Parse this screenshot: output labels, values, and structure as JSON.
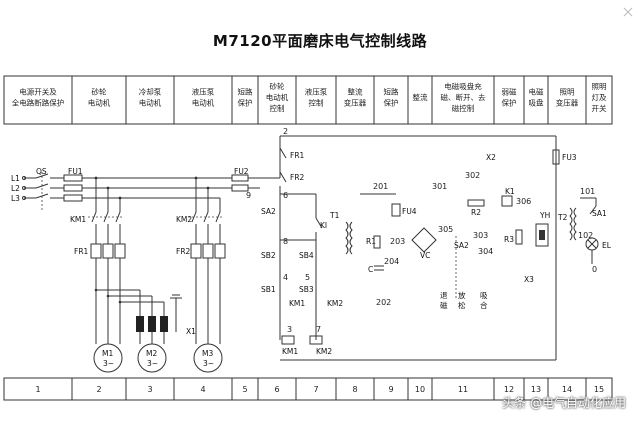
{
  "title": "M7120平面磨床电气控制线路",
  "header": [
    [
      "电源开关及",
      "全电路断路保护"
    ],
    [
      "砂轮",
      "电动机"
    ],
    [
      "冷却泵",
      "电动机"
    ],
    [
      "液压泵",
      "电动机"
    ],
    [
      "短路",
      "保护"
    ],
    [
      "砂轮",
      "电动机",
      "控制"
    ],
    [
      "液压泵",
      "控制"
    ],
    [
      "整流",
      "变压器"
    ],
    [
      "短路",
      "保护"
    ],
    [
      "整流"
    ],
    [
      "电磁吸盘充",
      "磁、断开、去",
      "磁控制"
    ],
    [
      "弱磁",
      "保护"
    ],
    [
      "电磁",
      "吸盘"
    ],
    [
      "照明",
      "变压器"
    ],
    [
      "照明",
      "灯及",
      "开关"
    ]
  ],
  "footer": [
    "1",
    "2",
    "3",
    "4",
    "5",
    "6",
    "7",
    "8",
    "9",
    "10",
    "11",
    "12",
    "13",
    "14",
    "15"
  ],
  "labels": {
    "l1": "L1",
    "l2": "L2",
    "l3": "L3",
    "qs": "QS",
    "fu1": "FU1",
    "fu2": "FU2",
    "fu3": "FU3",
    "fu4": "FU4",
    "km1": "KM1",
    "km2": "KM2",
    "fr1": "FR1",
    "fr2": "FR2",
    "x1": "X1",
    "x2": "X2",
    "x3": "X3",
    "m1": "M1",
    "m2": "M2",
    "m3": "M3",
    "m_sub": "3~",
    "sa1": "SA1",
    "sa2": "SA2",
    "sb1": "SB1",
    "sb2": "SB2",
    "sb3": "SB3",
    "sb4": "SB4",
    "t1": "T1",
    "t2": "T2",
    "r1": "R1",
    "r2": "R2",
    "r3": "R3",
    "c": "C",
    "vc": "VC",
    "ki": "KI",
    "k1": "K1",
    "yh": "YH",
    "el": "EL",
    "n2": "2",
    "n3": "3",
    "n4": "4",
    "n5": "5",
    "n6": "6",
    "n7": "7",
    "n8": "8",
    "n9": "9",
    "n101": "101",
    "n102": "102",
    "n0": "0",
    "n201": "201",
    "n202": "202",
    "n203": "203",
    "n204": "204",
    "n301": "301",
    "n302": "302",
    "n303": "303",
    "n304": "304",
    "n305": "305",
    "n306": "306",
    "mode1": "退",
    "mode1b": "磁",
    "mode2": "放",
    "mode2b": "松",
    "mode3": "吸",
    "mode3b": "合"
  },
  "watermark_text": "头条 @电气自动化应用"
}
